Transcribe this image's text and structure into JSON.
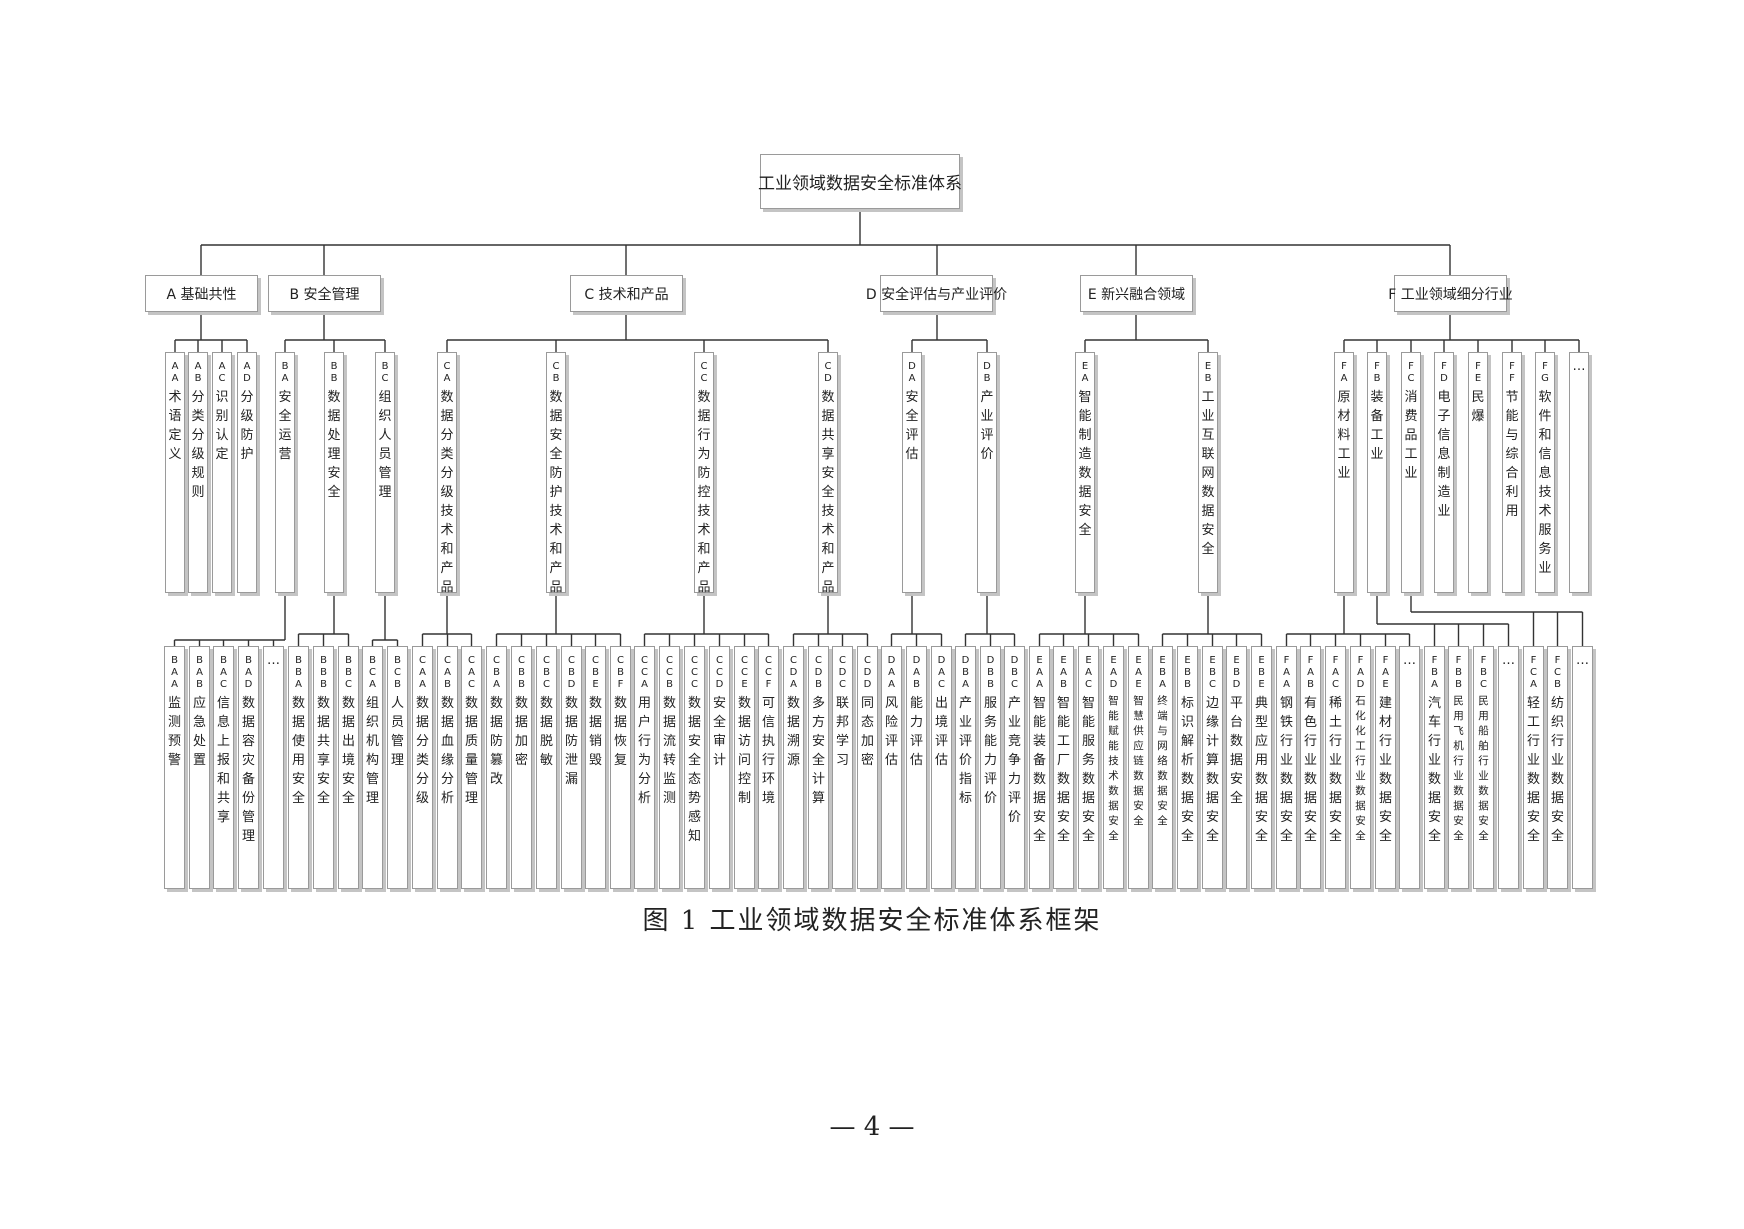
{
  "root": "工业领域数据安全标准体系",
  "categories": [
    {
      "id": "A",
      "label": "A 基础共性",
      "subs": [
        {
          "code": "AA",
          "label": "术语定义",
          "items": []
        },
        {
          "code": "AB",
          "label": "分类分级规则",
          "items": []
        },
        {
          "code": "AC",
          "label": "识别认定",
          "items": []
        },
        {
          "code": "AD",
          "label": "分级防护",
          "items": []
        }
      ]
    },
    {
      "id": "B",
      "label": "B 安全管理",
      "subs": [
        {
          "code": "BA",
          "label": "安全运营",
          "items": [
            {
              "code": "BAA",
              "label": "监测预警"
            },
            {
              "code": "BAB",
              "label": "应急处置"
            },
            {
              "code": "BAC",
              "label": "信息上报和共享"
            },
            {
              "code": "BAD",
              "label": "数据容灾备份管理"
            },
            {
              "code": "…",
              "label": ""
            }
          ]
        },
        {
          "code": "BB",
          "label": "数据处理安全",
          "items": [
            {
              "code": "BBA",
              "label": "数据使用安全"
            },
            {
              "code": "BBB",
              "label": "数据共享安全"
            },
            {
              "code": "BBC",
              "label": "数据出境安全"
            }
          ]
        },
        {
          "code": "BC",
          "label": "组织人员管理",
          "items": [
            {
              "code": "BCA",
              "label": "组织机构管理"
            },
            {
              "code": "BCB",
              "label": "人员管理"
            }
          ]
        }
      ]
    },
    {
      "id": "C",
      "label": "C 技术和产品",
      "subs": [
        {
          "code": "CA",
          "label": "数据分类分级技术和产品",
          "items": [
            {
              "code": "CAA",
              "label": "数据分类分级"
            },
            {
              "code": "CAB",
              "label": "数据血缘分析"
            },
            {
              "code": "CAC",
              "label": "数据质量管理"
            }
          ]
        },
        {
          "code": "CB",
          "label": "数据安全防护技术和产品",
          "items": [
            {
              "code": "CBA",
              "label": "数据防篡改"
            },
            {
              "code": "CBB",
              "label": "数据加密"
            },
            {
              "code": "CBC",
              "label": "数据脱敏"
            },
            {
              "code": "CBD",
              "label": "数据防泄漏"
            },
            {
              "code": "CBE",
              "label": "数据销毁"
            },
            {
              "code": "CBF",
              "label": "数据恢复"
            }
          ]
        },
        {
          "code": "CC",
          "label": "数据行为防控技术和产品",
          "items": [
            {
              "code": "CCA",
              "label": "用户行为分析"
            },
            {
              "code": "CCB",
              "label": "数据流转监测"
            },
            {
              "code": "CCC",
              "label": "数据安全态势感知"
            },
            {
              "code": "CCD",
              "label": "安全审计"
            },
            {
              "code": "CCE",
              "label": "数据访问控制"
            },
            {
              "code": "CCF",
              "label": "可信执行环境"
            }
          ]
        },
        {
          "code": "CD",
          "label": "数据共享安全技术和产品",
          "items": [
            {
              "code": "CDA",
              "label": "数据溯源"
            },
            {
              "code": "CDB",
              "label": "多方安全计算"
            },
            {
              "code": "CDC",
              "label": "联邦学习"
            },
            {
              "code": "CDD",
              "label": "同态加密"
            }
          ]
        }
      ]
    },
    {
      "id": "D",
      "label": "D 安全评估与产业评价",
      "subs": [
        {
          "code": "DA",
          "label": "安全评估",
          "items": [
            {
              "code": "DAA",
              "label": "风险评估"
            },
            {
              "code": "DAB",
              "label": "能力评估"
            },
            {
              "code": "DAC",
              "label": "出境评估"
            }
          ]
        },
        {
          "code": "DB",
          "label": "产业评价",
          "items": [
            {
              "code": "DBA",
              "label": "产业评价指标"
            },
            {
              "code": "DBB",
              "label": "服务能力评价"
            },
            {
              "code": "DBC",
              "label": "产业竞争力评价"
            }
          ]
        }
      ]
    },
    {
      "id": "E",
      "label": "E 新兴融合领域",
      "subs": [
        {
          "code": "EA",
          "label": "智能制造数据安全",
          "items": [
            {
              "code": "EAA",
              "label": "智能装备数据安全"
            },
            {
              "code": "EAB",
              "label": "智能工厂数据安全"
            },
            {
              "code": "EAC",
              "label": "智能服务数据安全"
            },
            {
              "code": "EAD",
              "label": "智能赋能技术数据安全"
            },
            {
              "code": "EAE",
              "label": "智慧供应链数据安全"
            }
          ]
        },
        {
          "code": "EB",
          "label": "工业互联网数据安全",
          "items": [
            {
              "code": "EBA",
              "label": "终端与网络数据安全"
            },
            {
              "code": "EBB",
              "label": "标识解析数据安全"
            },
            {
              "code": "EBC",
              "label": "边缘计算数据安全"
            },
            {
              "code": "EBD",
              "label": "平台数据安全"
            },
            {
              "code": "EBE",
              "label": "典型应用数据安全"
            }
          ]
        }
      ]
    },
    {
      "id": "F",
      "label": "F 工业领域细分行业",
      "subs": [
        {
          "code": "FA",
          "label": "原材料工业",
          "items": [
            {
              "code": "FAA",
              "label": "钢铁行业数据安全"
            },
            {
              "code": "FAB",
              "label": "有色行业数据安全"
            },
            {
              "code": "FAC",
              "label": "稀土行业数据安全"
            },
            {
              "code": "FAD",
              "label": "石化化工行业数据安全"
            },
            {
              "code": "FAE",
              "label": "建材行业数据安全"
            },
            {
              "code": "…",
              "label": ""
            }
          ]
        },
        {
          "code": "FB",
          "label": "装备工业",
          "items": [
            {
              "code": "FBA",
              "label": "汽车行业数据安全"
            },
            {
              "code": "FBB",
              "label": "民用飞机行业数据安全"
            },
            {
              "code": "FBC",
              "label": "民用船舶行业数据安全"
            },
            {
              "code": "…",
              "label": ""
            }
          ]
        },
        {
          "code": "FC",
          "label": "消费品工业",
          "items": [
            {
              "code": "FCA",
              "label": "轻工行业数据安全"
            },
            {
              "code": "FCB",
              "label": "纺织行业数据安全"
            },
            {
              "code": "…",
              "label": ""
            }
          ]
        },
        {
          "code": "FD",
          "label": "电子信息制造业",
          "items": []
        },
        {
          "code": "FE",
          "label": "民爆",
          "items": []
        },
        {
          "code": "FF",
          "label": "节能与综合利用",
          "items": []
        },
        {
          "code": "FG",
          "label": "软件和信息技术服务业",
          "items": []
        },
        {
          "code": "…",
          "label": "",
          "items": []
        }
      ]
    }
  ],
  "caption": "图 1  工业领域数据安全标准体系框架",
  "page_number": "— 4 —"
}
